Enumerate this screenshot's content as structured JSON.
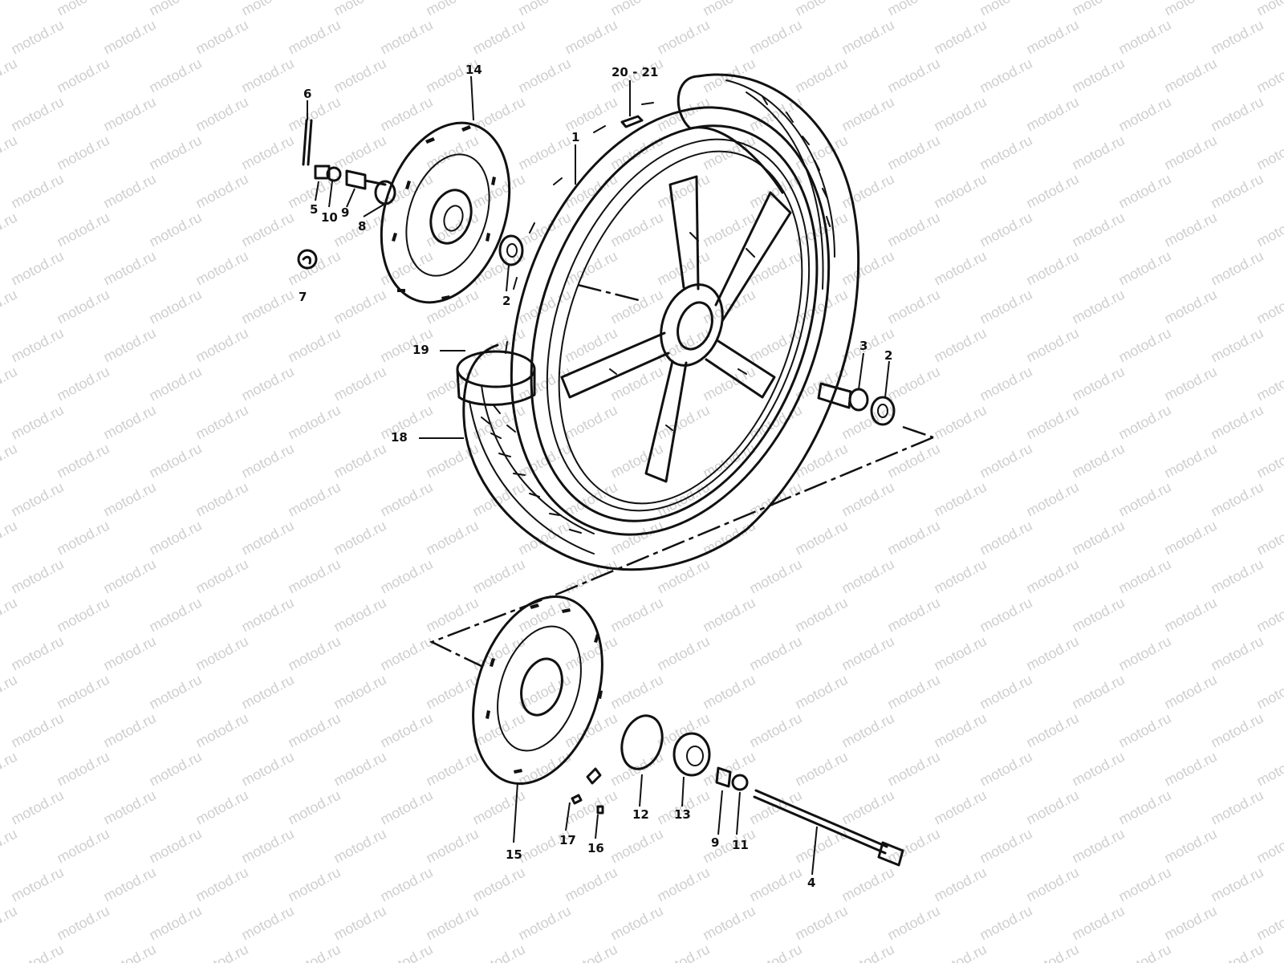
{
  "watermark": "motod.ru",
  "colors": {
    "ink": "#111111",
    "watermark": "#cfcfcf",
    "background": "#ffffff"
  },
  "callouts": [
    {
      "id": "c-14",
      "text": "14"
    },
    {
      "id": "c-6",
      "text": "6"
    },
    {
      "id": "c-5",
      "text": "5"
    },
    {
      "id": "c-10a",
      "text": "10"
    },
    {
      "id": "c-9a",
      "text": "9"
    },
    {
      "id": "c-8",
      "text": "8"
    },
    {
      "id": "c-7",
      "text": "7"
    },
    {
      "id": "c-2a",
      "text": "2"
    },
    {
      "id": "c-2021",
      "text": "20 - 21"
    },
    {
      "id": "c-1",
      "text": "1"
    },
    {
      "id": "c-19",
      "text": "19"
    },
    {
      "id": "c-18",
      "text": "18"
    },
    {
      "id": "c-3",
      "text": "3"
    },
    {
      "id": "c-2b",
      "text": "2"
    },
    {
      "id": "c-15",
      "text": "15"
    },
    {
      "id": "c-17",
      "text": "17"
    },
    {
      "id": "c-16",
      "text": "16"
    },
    {
      "id": "c-12",
      "text": "12"
    },
    {
      "id": "c-13",
      "text": "13"
    },
    {
      "id": "c-9b",
      "text": "9"
    },
    {
      "id": "c-11",
      "text": "11"
    },
    {
      "id": "c-4",
      "text": "4"
    }
  ]
}
